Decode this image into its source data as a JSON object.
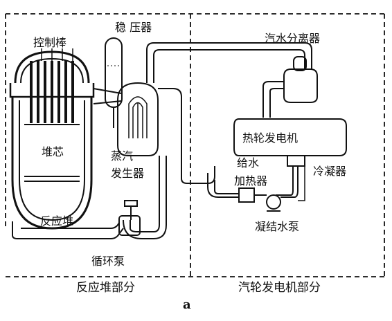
{
  "labels": {
    "control_rod": "控制棒",
    "pressurizer": "稳 压器",
    "separator": "汽水分离器",
    "core": "堆芯",
    "steam_generator_1": "蒸汽",
    "steam_generator_2": "发生器",
    "turbine_generator": "热轮发电机",
    "feed_heater_1": "给水",
    "feed_heater_2": "加热器",
    "condenser": "冷凝器",
    "reactor": "反应堆",
    "condensate_pump": "凝结水泵",
    "circulation_pump": "循环泵",
    "reactor_section": "反应堆部分",
    "turbine_section": "汽轮发电机部分",
    "figure_label": "a"
  }
}
